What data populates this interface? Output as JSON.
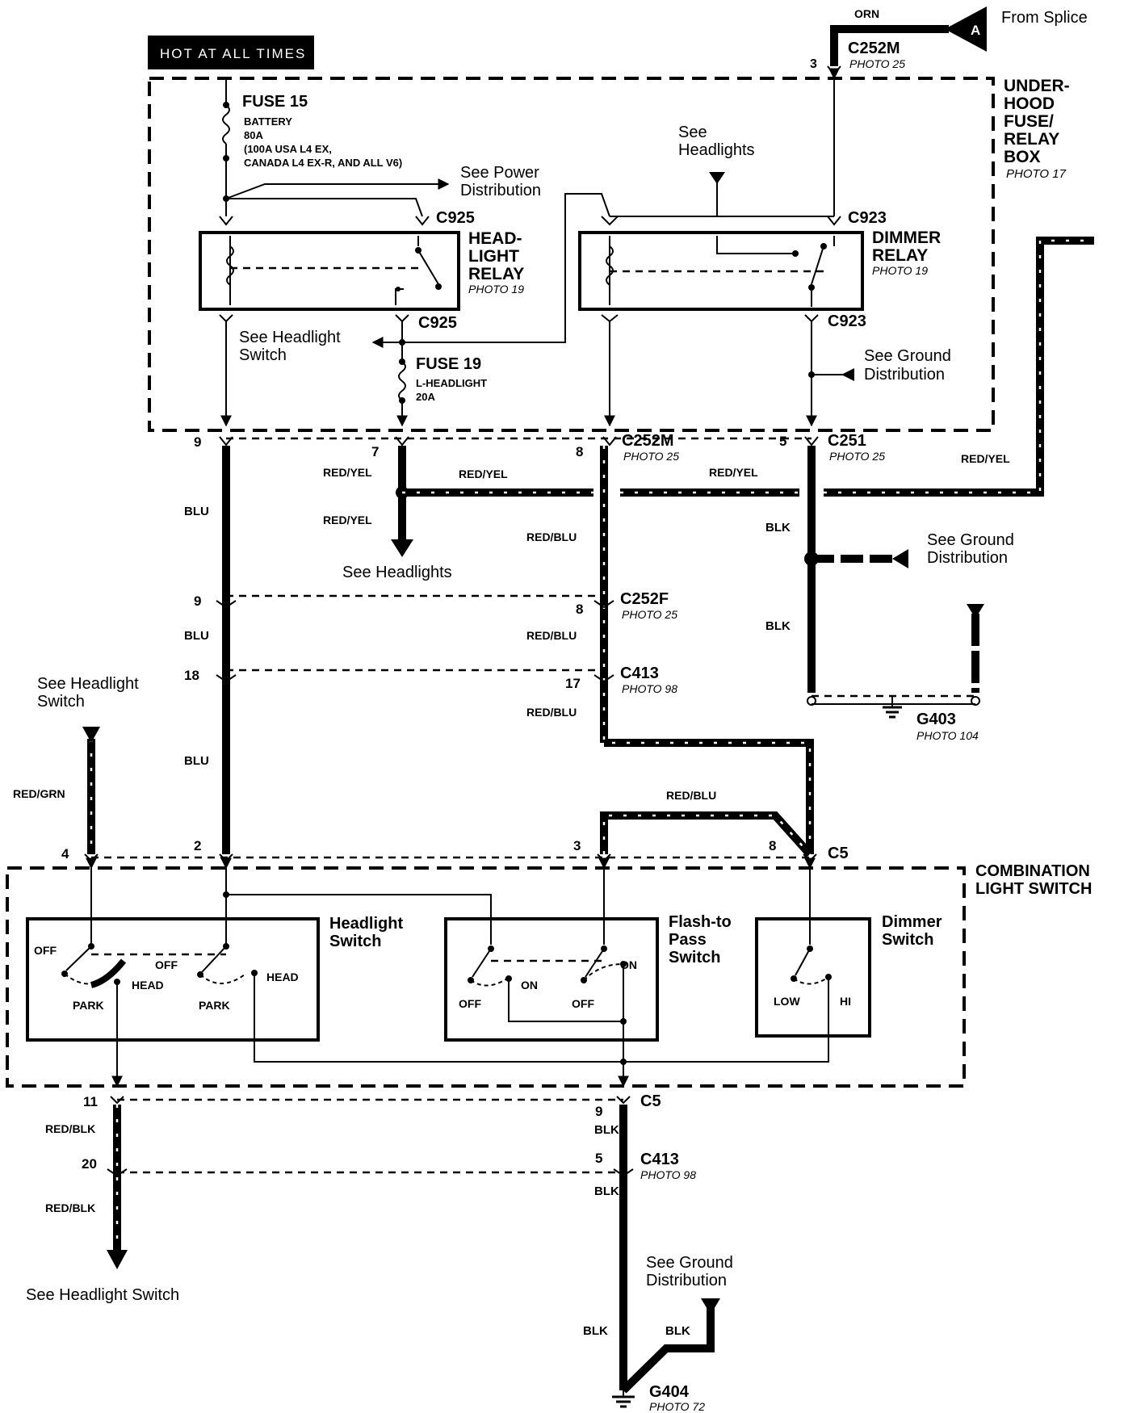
{
  "hot_label": "HOT AT ALL TIMES",
  "source": {
    "from_splice": "From Splice",
    "wire": "ORN",
    "marker": "A",
    "pin": "3",
    "connector": "C252M",
    "photo": "PHOTO 25"
  },
  "fusebox": {
    "title": [
      "UNDER-",
      "HOOD",
      "FUSE/",
      "RELAY",
      "BOX"
    ],
    "photo": "PHOTO 17"
  },
  "fuse15": {
    "name": "FUSE 15",
    "lines": [
      "BATTERY",
      "80A",
      "(100A USA L4 EX,",
      "CANADA L4 EX-R, AND ALL V6)"
    ]
  },
  "fuse19": {
    "name": "FUSE 19",
    "lines": [
      "L-HEADLIGHT",
      "20A"
    ]
  },
  "headlight_relay": {
    "title": [
      "HEAD-",
      "LIGHT",
      "RELAY"
    ],
    "photo": "PHOTO 19",
    "conn_top": "C925",
    "conn_bot": "C925"
  },
  "dimmer_relay": {
    "title": [
      "DIMMER",
      "RELAY"
    ],
    "photo": "PHOTO 19",
    "conn_top": "C923",
    "conn_bot": "C923"
  },
  "refs": {
    "power_dist": [
      "See Power",
      "Distribution"
    ],
    "headlights_top": [
      "See",
      "Headlights"
    ],
    "headlight_switch_1": [
      "See Headlight",
      "Switch"
    ],
    "ground_dist_1": [
      "See Ground",
      "Distribution"
    ],
    "headlights_mid": "See Headlights",
    "ground_dist_2": [
      "See Ground",
      "Distribution"
    ],
    "headlight_switch_2": [
      "See Headlight",
      "Switch"
    ],
    "headlight_switch_3": "See Headlight Switch",
    "ground_dist_3": [
      "See Ground",
      "Distribution"
    ]
  },
  "connectors": {
    "c252m": {
      "name": "C252M",
      "photo": "PHOTO 25",
      "pins": [
        "9",
        "7",
        "8"
      ]
    },
    "c251": {
      "name": "C251",
      "photo": "PHOTO 25",
      "pin": "5"
    },
    "c252f": {
      "name": "C252F",
      "photo": "PHOTO 25",
      "pins": [
        "9",
        "8"
      ]
    },
    "c413a": {
      "name": "C413",
      "photo": "PHOTO 98",
      "pins": [
        "18",
        "17"
      ]
    },
    "c5a": {
      "name": "C5",
      "pins": [
        "4",
        "2",
        "3",
        "8"
      ]
    },
    "c5b": {
      "name": "C5",
      "pins": [
        "11",
        "9"
      ]
    },
    "c413b": {
      "name": "C413",
      "photo": "PHOTO 98",
      "pins": [
        "20",
        "5"
      ]
    }
  },
  "grounds": {
    "g403": {
      "name": "G403",
      "photo": "PHOTO 104"
    },
    "g404": {
      "name": "G404",
      "photo": "PHOTO 72"
    }
  },
  "wires": {
    "blu": "BLU",
    "red_yel": "RED/YEL",
    "red_blu": "RED/BLU",
    "blk": "BLK",
    "red_grn": "RED/GRN",
    "red_blk": "RED/BLK"
  },
  "combo_switch": {
    "title": [
      "COMBINATION",
      "LIGHT SWITCH"
    ],
    "headlight_switch": {
      "title": [
        "Headlight",
        "Switch"
      ],
      "positions": [
        "OFF",
        "PARK",
        "HEAD",
        "OFF",
        "PARK",
        "HEAD"
      ]
    },
    "flash_to_pass": {
      "title": [
        "Flash-to",
        "Pass",
        "Switch"
      ],
      "positions": [
        "OFF",
        "ON",
        "OFF",
        "ON"
      ]
    },
    "dimmer_switch": {
      "title": [
        "Dimmer",
        "Switch"
      ],
      "positions": [
        "LOW",
        "HI"
      ]
    }
  }
}
